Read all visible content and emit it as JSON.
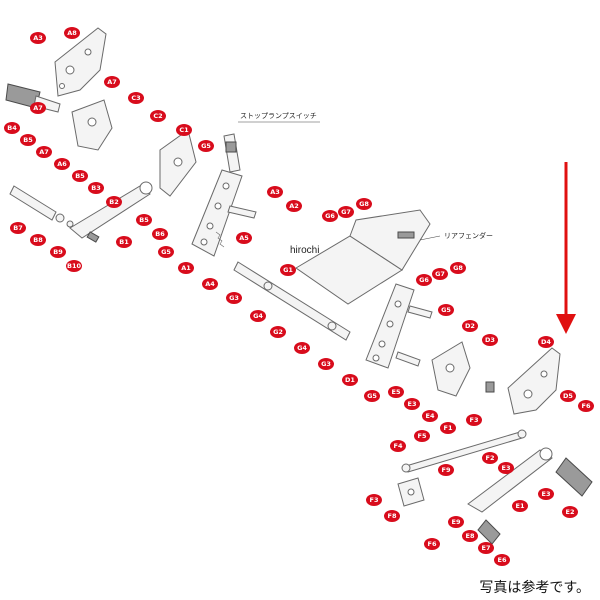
{
  "labels": {
    "top": [
      "A3",
      "A8",
      "A7",
      "B4",
      "A7",
      "B5",
      "C3",
      "C2",
      "A7",
      "A6",
      "B5",
      "C1",
      "G5",
      "B3",
      "B2",
      "B5",
      "B7",
      "B8",
      "B9",
      "B10",
      "B1",
      "B6",
      "G5",
      "A3",
      "A2",
      "A5",
      "A1",
      "A4"
    ],
    "mid": [
      "G7",
      "G8",
      "G6",
      "G1",
      "G6",
      "G7",
      "G8",
      "G3",
      "G4",
      "G2",
      "G4",
      "G3",
      "G5",
      "D2",
      "D1",
      "D3",
      "E5",
      "G5",
      "E3",
      "E4",
      "D4",
      "D5",
      "F6"
    ],
    "bottom": [
      "F3",
      "F1",
      "F5",
      "F4",
      "F2",
      "E3",
      "F9",
      "F3",
      "F8",
      "F6",
      "E9",
      "E8",
      "E7",
      "E6",
      "E1",
      "E3",
      "E2"
    ]
  },
  "notes": {
    "stop_switch": "ストップランプスイッチ",
    "rear_fender": "リアフェンダー",
    "watermark": "hirochi"
  },
  "caption": "写真は参考です。",
  "colors": {
    "tag_red": "#d80c1c",
    "arrow_red": "#e01010",
    "line_gray": "#6a6a6a"
  }
}
